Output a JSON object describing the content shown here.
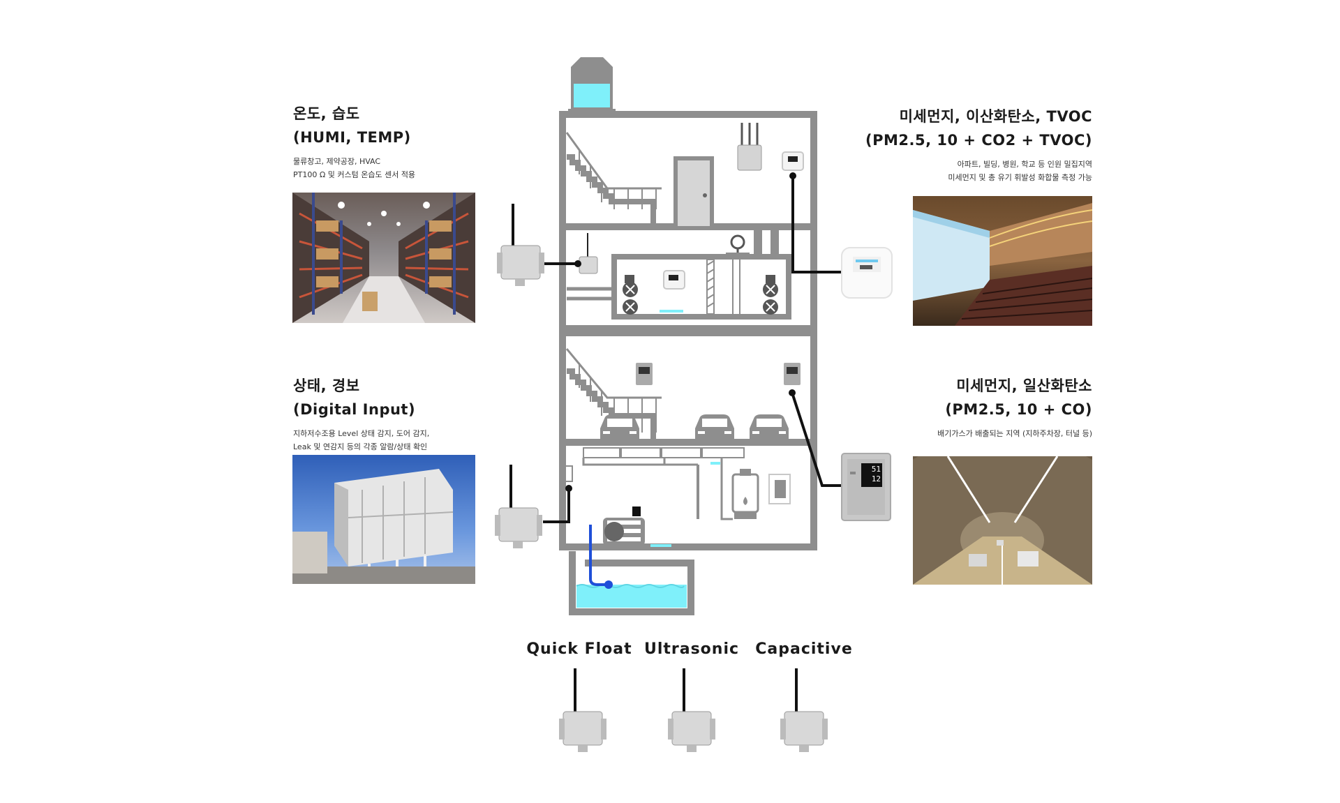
{
  "panels": {
    "temp": {
      "title_line1": "온도, 습도",
      "title_line2": "(HUMI, TEMP)",
      "desc_line1": "물류창고, 제약공장, HVAC",
      "desc_line2": "PT100 Ω 및 커스텀 온습도 센서 적용"
    },
    "digital": {
      "title_line1": "상태, 경보",
      "title_line2": "(Digital Input)",
      "desc_line1": "지하저수조용 Level 상태 감지, 도어 감지,",
      "desc_line2": "Leak 및 연감지 등의 각종 알람/상태 확인"
    },
    "pm_tvoc": {
      "title_line1": "미세먼지, 이산화탄소, TVOC",
      "title_line2": "(PM2.5, 10 + CO2 + TVOC)",
      "desc_line1": "아파트, 빌딩, 병원, 학교 등 인원 밀집지역",
      "desc_line2": "미세먼지 및 총 유기 휘발성 화합물 측정 가능"
    },
    "pm_co": {
      "title_line1": "미세먼지, 일산화탄소",
      "title_line2": "(PM2.5, 10 + CO)",
      "desc_line1": "배기가스가 배출되는 지역 (지하주차장, 터널 등)"
    }
  },
  "sensors": [
    {
      "label": "Quick Float"
    },
    {
      "label": "Ultrasonic"
    },
    {
      "label": "Capacitive"
    }
  ],
  "devices": {
    "pm_co_display_1": "51",
    "pm_co_display_2": "12"
  },
  "colors": {
    "building": "#8e8e8e",
    "water": "#7ff0fa",
    "pipe_blue": "#1f4fd8",
    "device_gray": "#c8c8c8"
  }
}
